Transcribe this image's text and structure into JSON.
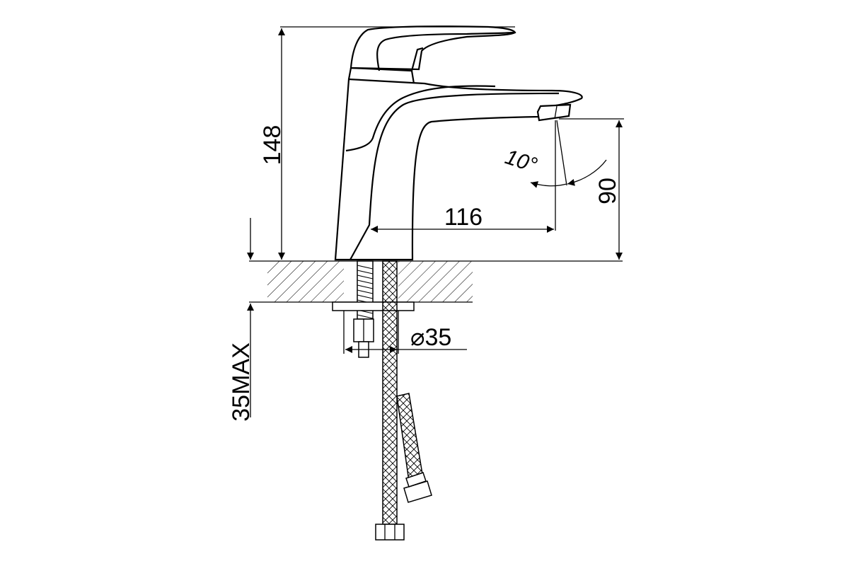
{
  "dimensions": {
    "height_total": "148",
    "spout_height": "90",
    "spout_reach": "116",
    "spout_angle": "10°",
    "hole_diameter": "35",
    "counter_thickness": "35MAX"
  },
  "symbols": {
    "diameter": "⌀"
  }
}
